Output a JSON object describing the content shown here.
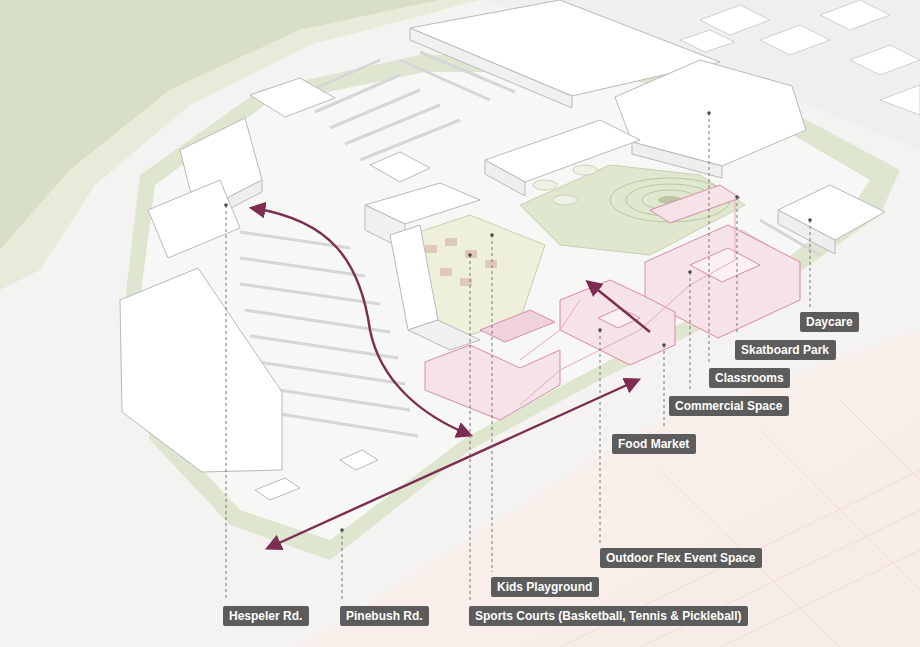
{
  "diagram": {
    "nodes": [
      {
        "text": [
          "Daycare"
        ]
      },
      {
        "text": [
          "Skatboard Park"
        ]
      },
      {
        "text": [
          "Classrooms"
        ]
      },
      {
        "text": [
          "Commercial Space"
        ]
      },
      {
        "text": [
          "Food Market"
        ]
      },
      {
        "text": [
          "Outdoor Flex Event Space"
        ]
      },
      {
        "text": [
          "Kids Playground"
        ]
      },
      {
        "text": [
          "Hespeler Rd."
        ]
      },
      {
        "text": [
          "Pinebush Rd."
        ]
      },
      {
        "text": [
          "Sports Courts (Basketball, Tennis & Pickleball)"
        ]
      }
    ]
  }
}
